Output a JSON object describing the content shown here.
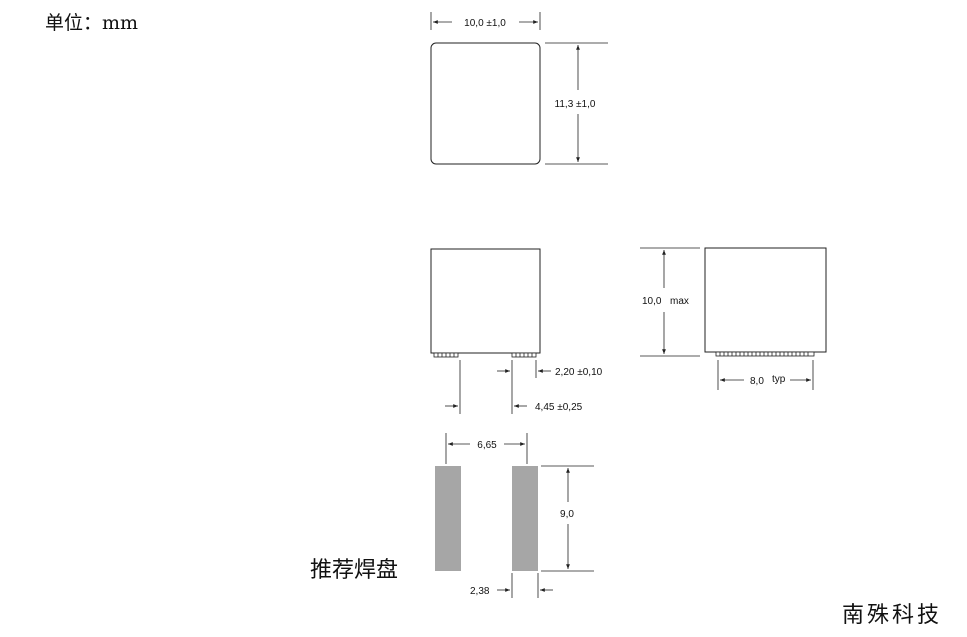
{
  "unit_label": "单位：mm",
  "pad_label": "推荐焊盘",
  "brand": "南殊科技",
  "dims": {
    "top_width": "10,0 ±1,0",
    "top_height": "11,3 ±1,0",
    "lead_width": "2,20 ±0,10",
    "lead_pitch": "4,45 ±0,25",
    "side_height": "10,0",
    "side_height_suffix": "max",
    "side_width": "8,0",
    "side_width_suffix": "typ",
    "pad_span": "6,65",
    "pad_length": "9,0",
    "pad_width": "2,38"
  },
  "colors": {
    "pad": "#a6a6a6",
    "line": "#222222"
  }
}
